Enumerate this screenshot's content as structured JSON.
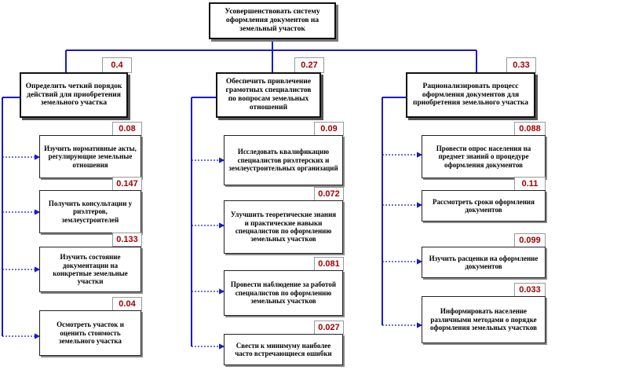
{
  "colors": {
    "connector": "#1a1acc",
    "weight": "#a00000",
    "border": "#111111"
  },
  "root": {
    "text": "Усовершенствовать систему оформления документов на земельный участок"
  },
  "branches": [
    {
      "text": "Определить четкий порядок действий для приобретения земельного участка",
      "weight": "0.4",
      "tasks": [
        {
          "text": "Изучить нормативные акты, регулирующие земельные отношения",
          "weight": "0.08"
        },
        {
          "text": "Получить консультации у риэлтеров, землеустроителей",
          "weight": "0.147"
        },
        {
          "text": "Изучить состояние документации на конкретные земельные участки",
          "weight": "0.133"
        },
        {
          "text": "Осмотреть участок и оценить стоимость земельного участка",
          "weight": "0.04"
        }
      ]
    },
    {
      "text": "Обеспечить привлечение грамотных специалистов по вопросам земельных отношений",
      "weight": "0.27",
      "tasks": [
        {
          "text": "Исследовать квалификацию специалистов риэлтерских и землеустроительных организаций",
          "weight": "0.09"
        },
        {
          "text": "Улучшить теоретические знания и практические навыки специалистов по оформлению земельных участков",
          "weight": "0.072"
        },
        {
          "text": "Провести наблюдение за работой специалистов по оформлению земельных участков",
          "weight": "0.081"
        },
        {
          "text": "Свести к минимуму наиболее часто встречающиеся ошибки",
          "weight": "0.027"
        }
      ]
    },
    {
      "text": "Рационализировать процесс оформления документов для приобретения земельного участка",
      "weight": "0.33",
      "tasks": [
        {
          "text": "Провести опрос населения на предмет знаний о процедуре оформления документов",
          "weight": "0.088"
        },
        {
          "text": "Рассмотреть сроки оформления документов",
          "weight": "0.11"
        },
        {
          "text": "Изучить расценки на оформление документов",
          "weight": "0.099"
        },
        {
          "text": "Информировать население различными методами о порядке оформления земельных участков",
          "weight": "0.033"
        }
      ]
    }
  ]
}
